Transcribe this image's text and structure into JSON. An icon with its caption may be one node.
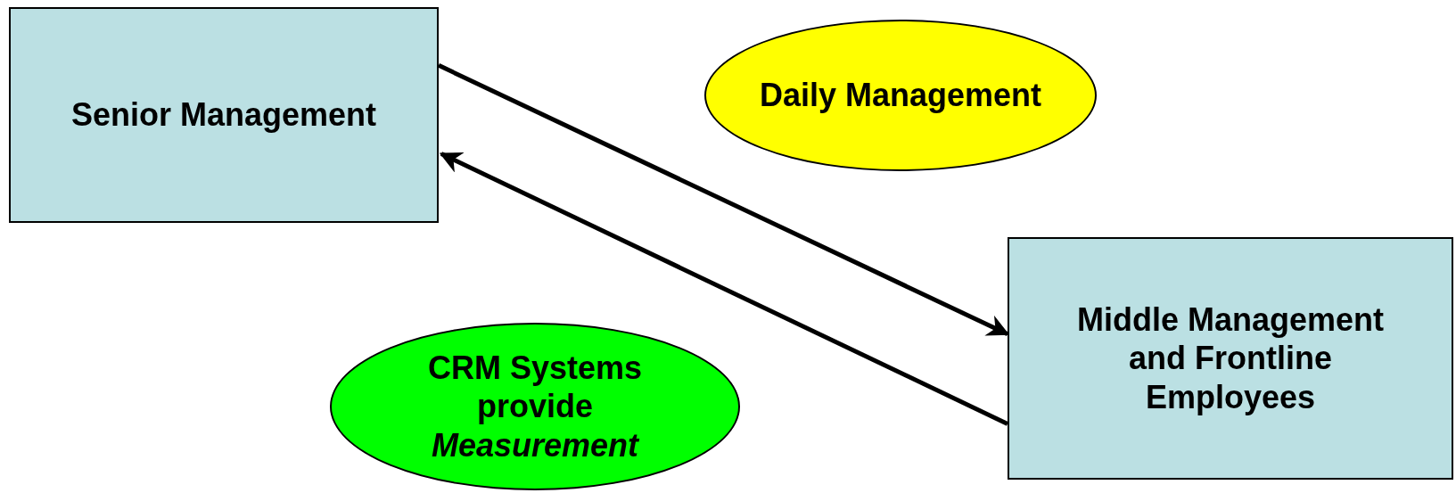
{
  "diagram": {
    "nodes": [
      {
        "text": [
          "Senior Management"
        ]
      },
      {
        "text": [
          "Daily Management"
        ]
      },
      {
        "text": [
          "Middle Management and Frontline Employees"
        ]
      },
      {
        "text": [
          "CRM Systems provide *Measurement*"
        ]
      }
    ],
    "edges": [
      {
        "from": 0,
        "to": 2,
        "arrow": "to"
      },
      {
        "from": 2,
        "to": 0,
        "arrow": "to"
      }
    ]
  }
}
